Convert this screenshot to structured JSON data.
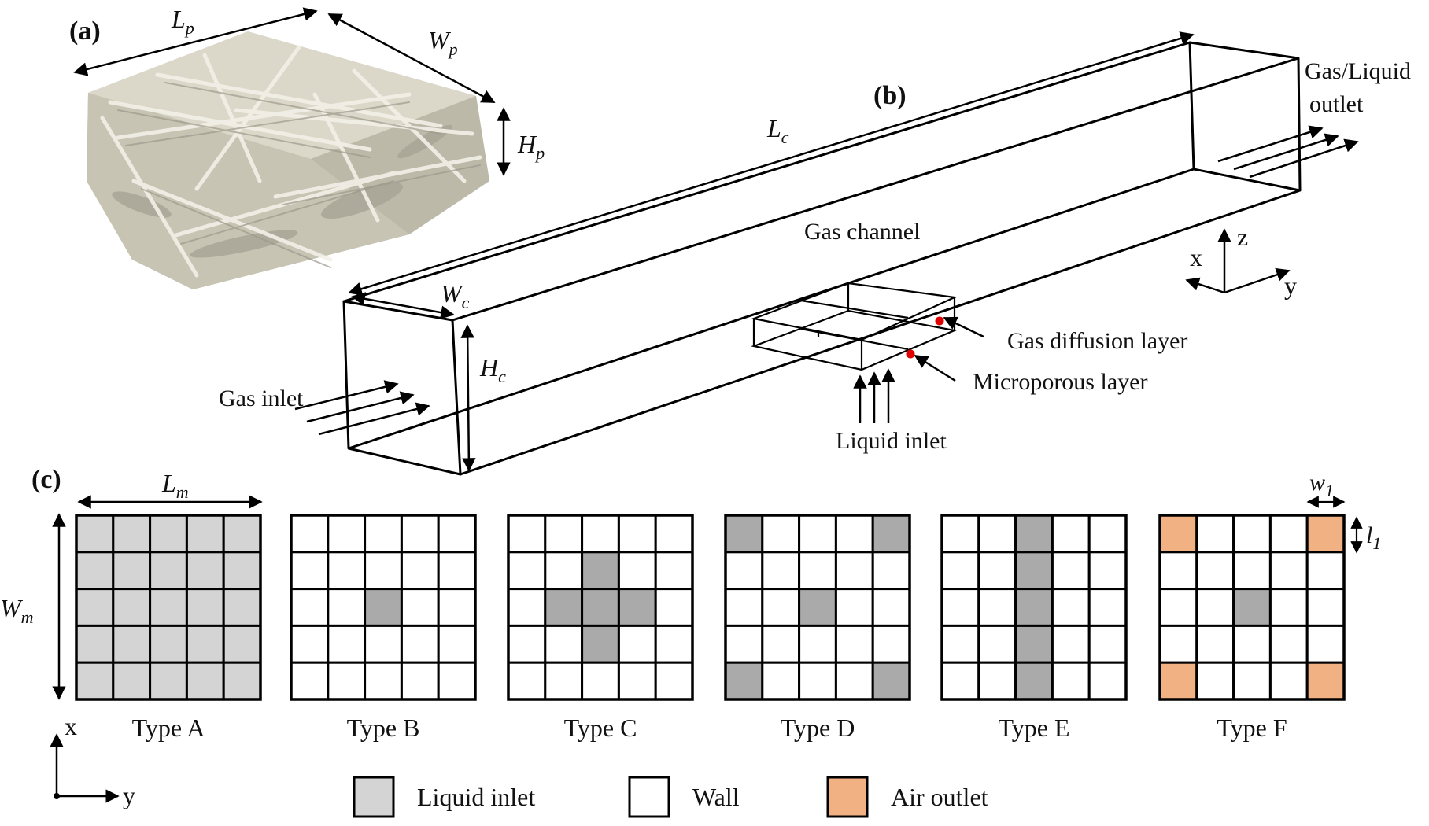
{
  "panels": {
    "a": {
      "tag": "(a)",
      "dims": {
        "L": "L",
        "L_sub": "p",
        "W": "W",
        "W_sub": "p",
        "H": "H",
        "H_sub": "p"
      }
    },
    "b": {
      "tag": "(b)",
      "dims": {
        "Lc": "L",
        "Lc_sub": "c",
        "Wc": "W",
        "Wc_sub": "c",
        "Hc": "H",
        "Hc_sub": "c"
      },
      "labels": {
        "gas_channel": "Gas channel",
        "gas_inlet": "Gas inlet",
        "outlet_line1": "Gas/Liquid",
        "outlet_line2": "outlet",
        "gdl": "Gas diffusion layer",
        "mpl": "Microporous layer",
        "liquid_inlet": "Liquid inlet"
      },
      "axes": {
        "x": "x",
        "y": "y",
        "z": "z"
      }
    },
    "c": {
      "tag": "(c)",
      "dims": {
        "Lm": "L",
        "Lm_sub": "m",
        "Wm": "W",
        "Wm_sub": "m",
        "w1": "w",
        "w1_sub": "1",
        "l1": "l",
        "l1_sub": "1"
      },
      "axes": {
        "x": "x",
        "y": "y"
      },
      "grid_size": 5,
      "types": [
        {
          "name": "Type A",
          "inlet_cells": [
            [
              0,
              0
            ],
            [
              0,
              1
            ],
            [
              0,
              2
            ],
            [
              0,
              3
            ],
            [
              0,
              4
            ],
            [
              1,
              0
            ],
            [
              1,
              1
            ],
            [
              1,
              2
            ],
            [
              1,
              3
            ],
            [
              1,
              4
            ],
            [
              2,
              0
            ],
            [
              2,
              1
            ],
            [
              2,
              2
            ],
            [
              2,
              3
            ],
            [
              2,
              4
            ],
            [
              3,
              0
            ],
            [
              3,
              1
            ],
            [
              3,
              2
            ],
            [
              3,
              3
            ],
            [
              3,
              4
            ],
            [
              4,
              0
            ],
            [
              4,
              1
            ],
            [
              4,
              2
            ],
            [
              4,
              3
            ],
            [
              4,
              4
            ]
          ],
          "inlet_color": "#d4d4d4",
          "outlet_cells": []
        },
        {
          "name": "Type B",
          "inlet_cells": [
            [
              2,
              2
            ]
          ],
          "inlet_color": "#aaaaaa",
          "outlet_cells": []
        },
        {
          "name": "Type C",
          "inlet_cells": [
            [
              1,
              2
            ],
            [
              2,
              1
            ],
            [
              2,
              2
            ],
            [
              2,
              3
            ],
            [
              3,
              2
            ]
          ],
          "inlet_color": "#aaaaaa",
          "outlet_cells": []
        },
        {
          "name": "Type D",
          "inlet_cells": [
            [
              0,
              0
            ],
            [
              0,
              4
            ],
            [
              2,
              2
            ],
            [
              4,
              0
            ],
            [
              4,
              4
            ]
          ],
          "inlet_color": "#aaaaaa",
          "outlet_cells": []
        },
        {
          "name": "Type E",
          "inlet_cells": [
            [
              0,
              2
            ],
            [
              1,
              2
            ],
            [
              2,
              2
            ],
            [
              3,
              2
            ],
            [
              4,
              2
            ]
          ],
          "inlet_color": "#aaaaaa",
          "outlet_cells": []
        },
        {
          "name": "Type F",
          "inlet_cells": [
            [
              2,
              2
            ]
          ],
          "inlet_color": "#aaaaaa",
          "outlet_cells": [
            [
              0,
              0
            ],
            [
              0,
              4
            ],
            [
              4,
              0
            ],
            [
              4,
              4
            ]
          ]
        }
      ],
      "legend": [
        {
          "label": "Liquid inlet",
          "color": "#d4d4d4"
        },
        {
          "label": "Wall",
          "color": "#ffffff"
        },
        {
          "label": "Air outlet",
          "color": "#f2b183"
        }
      ]
    }
  },
  "colors": {
    "liquid_inlet": "#d4d4d4",
    "liquid_inlet_dark": "#aaaaaa",
    "air_outlet": "#f2b183",
    "wall": "#ffffff",
    "marker": "#e00000",
    "fiber": "#d6d2c4"
  }
}
